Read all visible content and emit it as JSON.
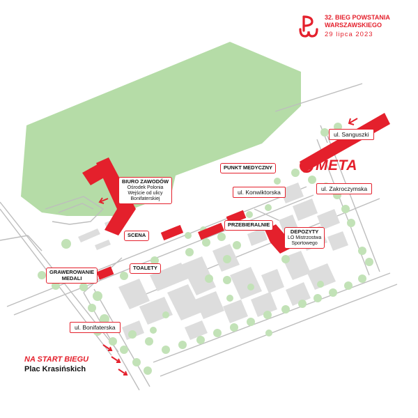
{
  "event": {
    "title_line1": "32. BIEG POWSTANIA",
    "title_line2": "WARSZAWSKIEGO",
    "date": "29 lipca 2023",
    "logo_icon": "kotwica-pw-logo-icon",
    "accent_color": "#e4202c"
  },
  "finish": {
    "label": "META"
  },
  "start": {
    "label": "NA START BIEGU",
    "place": "Plac Krasińskich"
  },
  "streets": {
    "sanguszki": "ul. Sanguszki",
    "konwiktorska": "ul. Konwiktorska",
    "zakroczymska": "ul. Zakroczymska",
    "bonifaterska": "ul. Bonifaterska"
  },
  "points": {
    "biuro": {
      "title": "BIURO ZAWODÓW",
      "line1": "Ośrodek Polonia",
      "line2": "Wejście od ulicy",
      "line3": "Bonifaterskiej"
    },
    "punkt_medyczny": "PUNKT MEDYCZNY",
    "scena": "SCENA",
    "przebieralnie": "PRZEBIERALNIE",
    "depozyty": {
      "title": "DEPOZYTY",
      "line1": "LO Mistrzostwa",
      "line2": "Sportowego"
    },
    "grawerowanie": {
      "line1": "GRAWEROWANIE",
      "line2": "MEDALI"
    },
    "toalety": "TOALETY"
  },
  "colors": {
    "park": "#b5dca7",
    "tree": "#c2e2b7",
    "building": "#dddddd",
    "route": "#e4202c",
    "street_line": "#bdbdbd"
  }
}
